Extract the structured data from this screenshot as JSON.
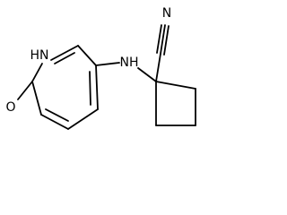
{
  "structure": {
    "atoms": {
      "nitrile_n": "N",
      "ring_nh": "HN",
      "amine_nh": "NH",
      "carbonyl_o": "O"
    },
    "colors": {
      "bond": "#000000",
      "text": "#000000",
      "background": "#ffffff"
    }
  }
}
